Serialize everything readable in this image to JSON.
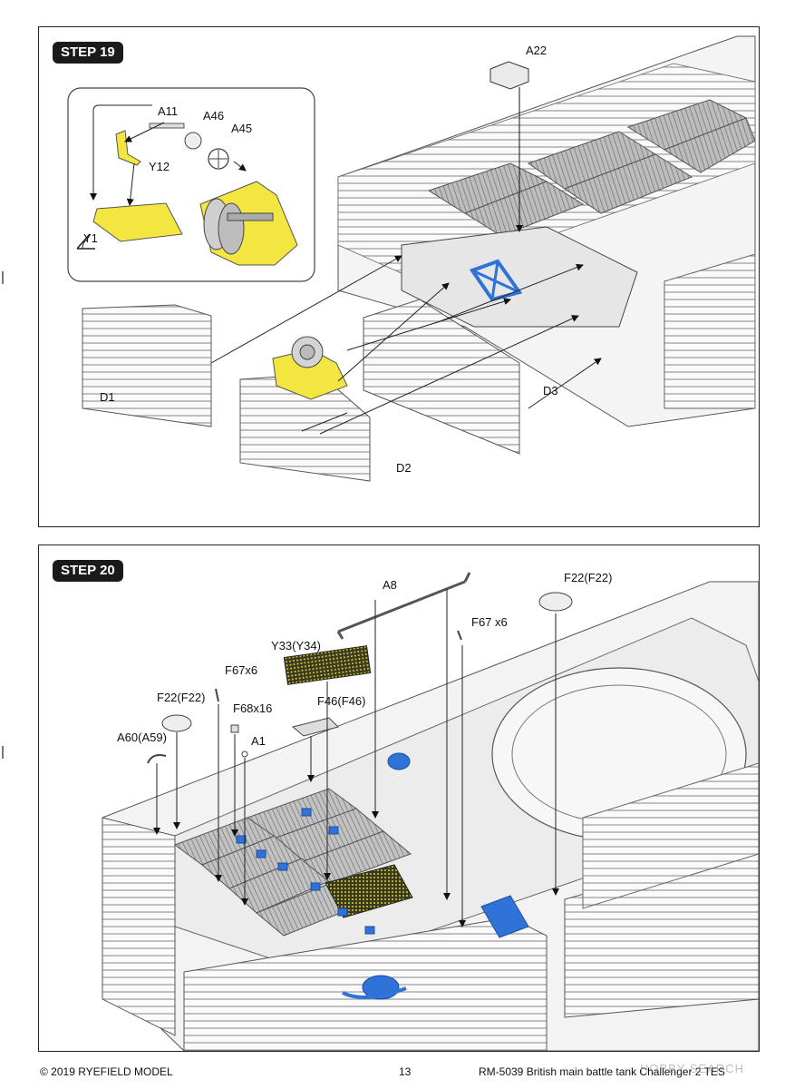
{
  "step19": {
    "title": "STEP 19",
    "labels": {
      "a22": "A22",
      "a11": "A11",
      "a46": "A46",
      "a45": "A45",
      "y12": "Y12",
      "y1": "Y1",
      "d1": "D1",
      "d2": "D2",
      "d3": "D3"
    }
  },
  "step20": {
    "title": "STEP 20",
    "labels": {
      "a8": "A8",
      "f22_right": "F22(F22)",
      "f67x6_right": "F67 x6",
      "y33": "Y33(Y34)",
      "f67x6_left": "F67x6",
      "f22_left": "F22(F22)",
      "f68x16": "F68x16",
      "f46": "F46(F46)",
      "a60": "A60(A59)",
      "a1": "A1"
    }
  },
  "footer": {
    "copyright": "© 2019 RYEFIELD MODEL",
    "page_number": "13",
    "product": "RM-5039 British main battle tank Challenger 2 TES",
    "watermark": "HOBBY SEARCH"
  },
  "colors": {
    "highlight_yellow": "#f3e640",
    "highlight_blue": "#2f72d8",
    "mesh_dark": "#3b3a1f"
  }
}
